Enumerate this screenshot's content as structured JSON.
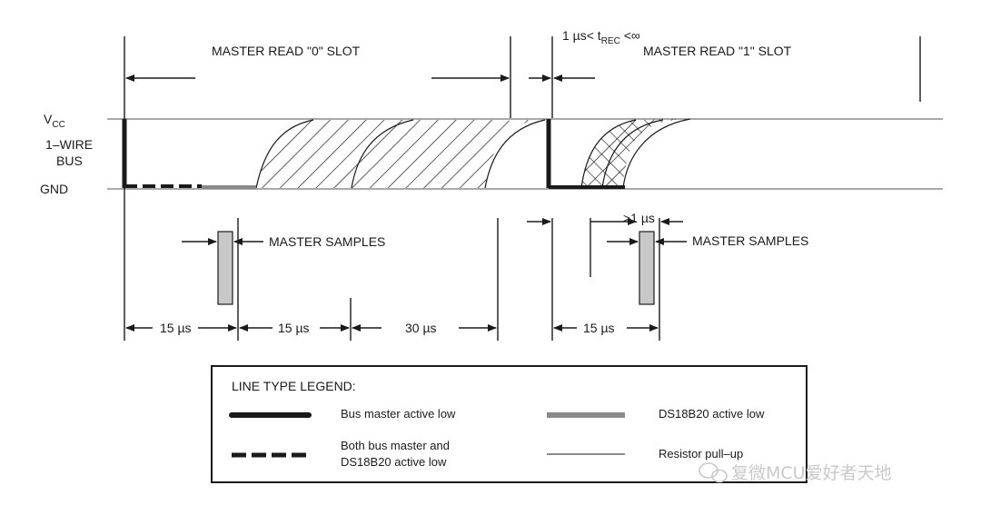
{
  "slots": {
    "read0_title": "MASTER READ \"0\" SLOT",
    "read1_title": "MASTER READ \"1\" SLOT",
    "trec_prefix": "1 µs< t",
    "trec_sub": "REC",
    "trec_suffix": " <∞"
  },
  "axis": {
    "vcc_main": "V",
    "vcc_sub": "CC",
    "bus_line1": "1–WIRE",
    "bus_line2": "BUS",
    "gnd": "GND"
  },
  "samples": {
    "left_label": "MASTER SAMPLES",
    "right_label": "MASTER SAMPLES",
    "gt1us": ">1 µs"
  },
  "durations": {
    "d1": "15 µs",
    "d2": "15 µs",
    "d3": "30 µs",
    "d4": "15 µs"
  },
  "legend": {
    "title": "LINE TYPE LEGEND:",
    "bus_master": "Bus master active low",
    "both_line1": "Both bus master and",
    "both_line2": "DS18B20 active low",
    "ds18b20": "DS18B20 active low",
    "pullup": "Resistor pull–up"
  },
  "watermark": "复微MCU爱好者天地",
  "colors": {
    "line": "#1a1a1a",
    "sample_fill": "#c8c8c8",
    "watermark": "#c9c9c9"
  }
}
